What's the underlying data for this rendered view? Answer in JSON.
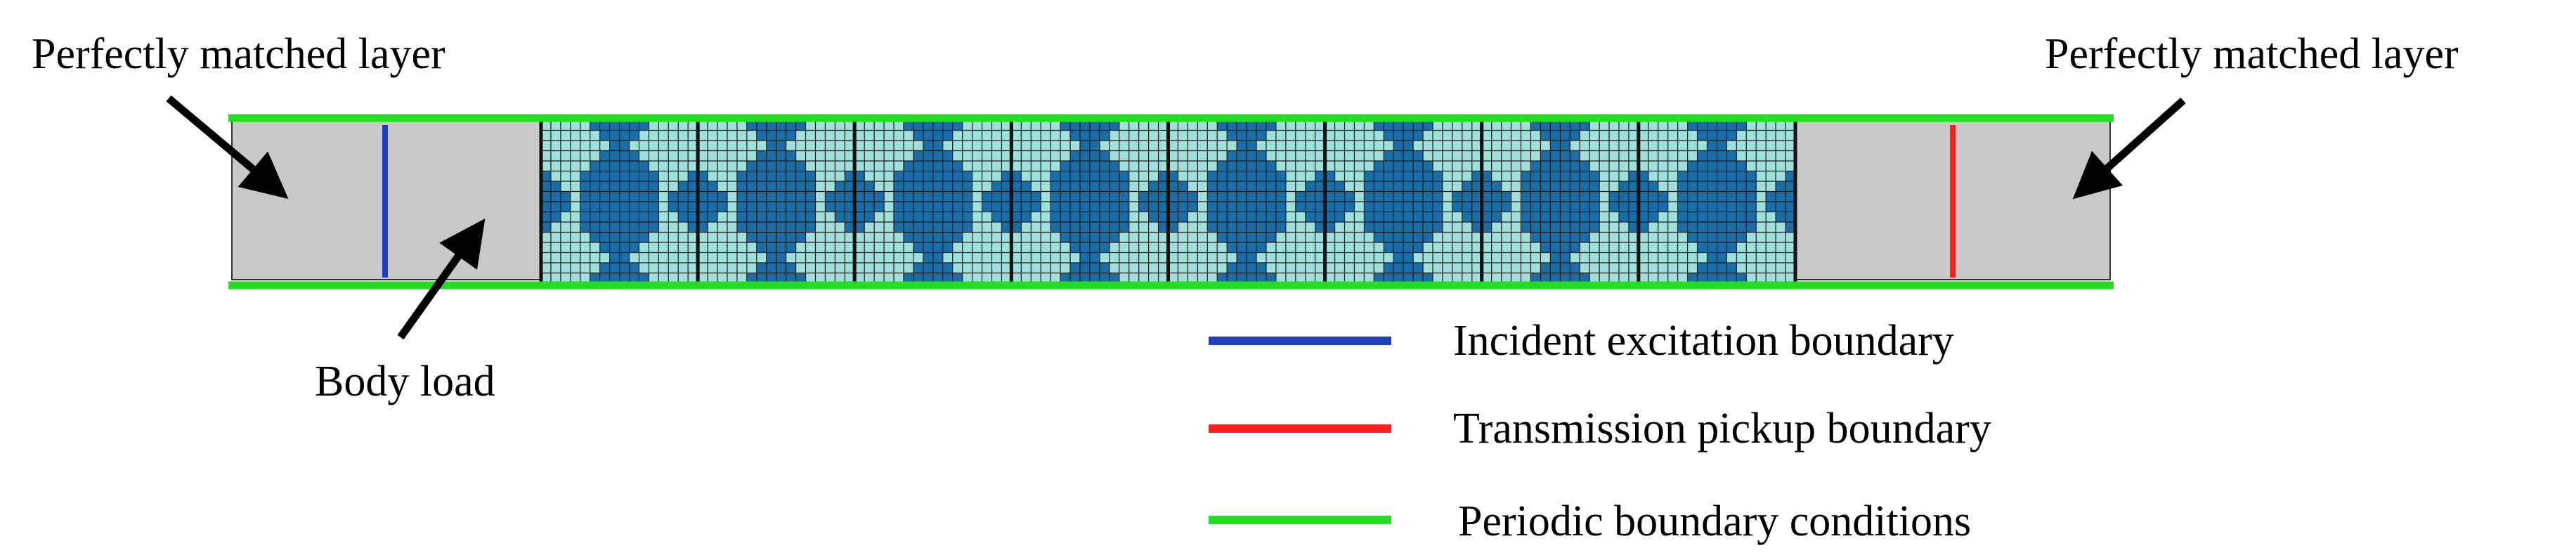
{
  "labels": {
    "pml_left": "Perfectly matched layer",
    "pml_right": "Perfectly matched layer",
    "body_load": "Body load"
  },
  "legend": [
    {
      "label": "Incident excitation boundary",
      "color": "#1f3fbf"
    },
    {
      "label": "Transmission pickup boundary",
      "color": "#ff2020"
    },
    {
      "label": "Periodic boundary conditions",
      "color": "#22dd22"
    }
  ],
  "colors": {
    "pml_fill": "#c8c8c8",
    "cell_light": "#9fe0dc",
    "cell_dark": "#1a6ea8",
    "grid_line": "#1a1a1a",
    "incident_line": "#1f3fbf",
    "pickup_line": "#ff2020",
    "periodic_line": "#22dd22",
    "arrow": "#000000"
  },
  "unit_cells": 8,
  "cell_grid": 16
}
